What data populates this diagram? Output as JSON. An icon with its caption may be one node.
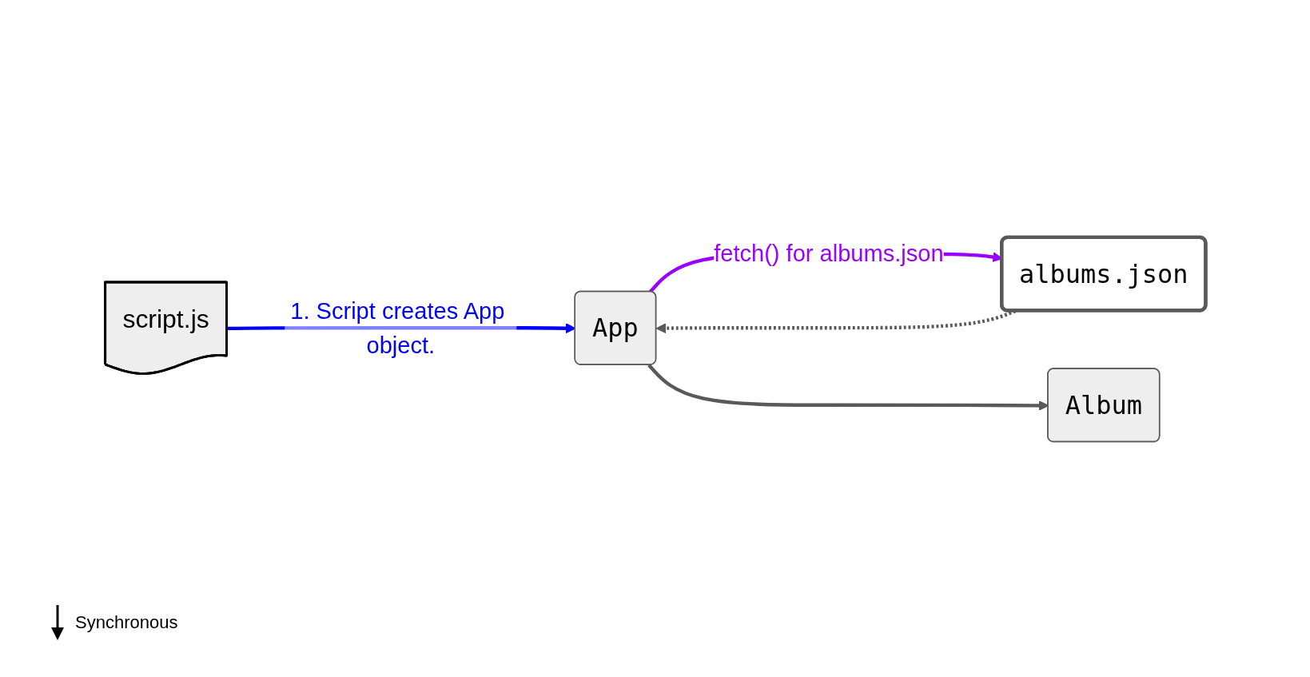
{
  "diagram": {
    "nodes": [
      {
        "text": [
          "script.js"
        ]
      },
      {
        "text": [
          "App"
        ]
      },
      {
        "text": [
          "albums.json"
        ]
      },
      {
        "text": [
          "Album"
        ]
      }
    ],
    "edges": [
      {
        "from": 0,
        "to": 1,
        "arrow": "to",
        "label": "1. Script creates App object.",
        "color": "#0000ff"
      },
      {
        "from": 1,
        "to": 2,
        "arrow": "to",
        "label": "fetch() for albums.json",
        "color": "#9900ff"
      },
      {
        "from": 2,
        "to": 1,
        "arrow": "to",
        "style": "dashed"
      },
      {
        "from": 1,
        "to": 3,
        "arrow": "to"
      }
    ],
    "legend": [
      {
        "text": "Synchronous"
      }
    ]
  }
}
